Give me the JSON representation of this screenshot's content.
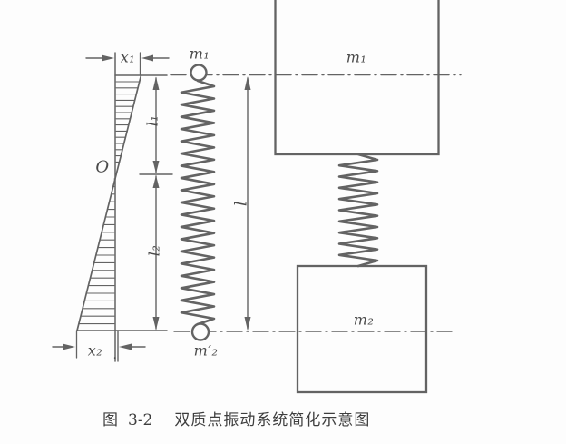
{
  "figure": {
    "caption": {
      "prefix": "图",
      "number": "3-2",
      "title": "双质点振动系统简化示意图"
    },
    "labels": {
      "x1": "x₁",
      "x2": "x₂",
      "x2_dot": ".",
      "origin": "O",
      "l1": "l₁",
      "l2": "l₂",
      "l_total": "l",
      "spring_top_mass": "m₁",
      "spring_bottom_mass": "m′₂",
      "block1_mass": "m₁",
      "block2_mass": "m₂"
    },
    "colors": {
      "ink": "#636363",
      "text": "#4a4a4a",
      "paper": "#fdfdfd"
    }
  }
}
